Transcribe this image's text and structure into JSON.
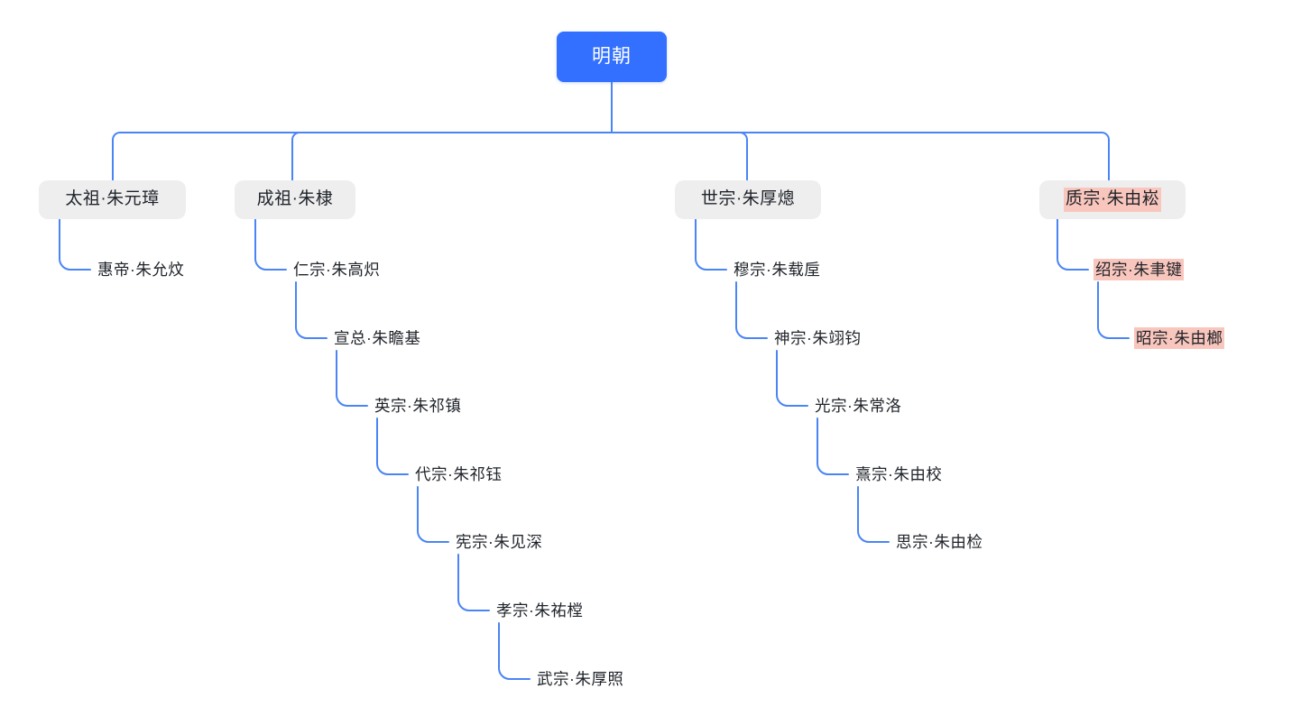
{
  "diagram": {
    "title": "明朝",
    "type": "mindmap-tree",
    "colors": {
      "root_bg": "#3370ff",
      "root_text": "#ffffff",
      "node_bg": "#eeeeef",
      "node_text": "#1f2329",
      "connector": "#4a85f5",
      "highlight_bg": "#f9c6bd",
      "page_bg": "#ffffff"
    },
    "root": {
      "label": "明朝"
    },
    "branches": [
      {
        "name": "taizu",
        "head": {
          "label": "太祖·朱元璋",
          "highlighted": false
        },
        "chain": [
          {
            "label": "惠帝·朱允炆",
            "highlighted": false
          }
        ]
      },
      {
        "name": "chengzu",
        "head": {
          "label": "成祖·朱棣",
          "highlighted": false
        },
        "chain": [
          {
            "label": "仁宗·朱高炽",
            "highlighted": false
          },
          {
            "label": "宣总·朱瞻基",
            "highlighted": false
          },
          {
            "label": "英宗·朱祁镇",
            "highlighted": false
          },
          {
            "label": "代宗·朱祁钰",
            "highlighted": false
          },
          {
            "label": "宪宗·朱见深",
            "highlighted": false
          },
          {
            "label": "孝宗·朱祐樘",
            "highlighted": false
          },
          {
            "label": "武宗·朱厚照",
            "highlighted": false
          }
        ]
      },
      {
        "name": "shizong",
        "head": {
          "label": "世宗·朱厚熜",
          "highlighted": false
        },
        "chain": [
          {
            "label": "穆宗·朱载垕",
            "highlighted": false
          },
          {
            "label": "神宗·朱翊钧",
            "highlighted": false
          },
          {
            "label": "光宗·朱常洛",
            "highlighted": false
          },
          {
            "label": "熹宗·朱由校",
            "highlighted": false
          },
          {
            "label": "思宗·朱由检",
            "highlighted": false
          }
        ]
      },
      {
        "name": "zhizong",
        "head": {
          "label": "质宗·朱由崧",
          "highlighted": true
        },
        "chain": [
          {
            "label": "绍宗·朱聿键",
            "highlighted": true
          },
          {
            "label": "昭宗·朱由榔",
            "highlighted": true
          }
        ]
      }
    ]
  }
}
